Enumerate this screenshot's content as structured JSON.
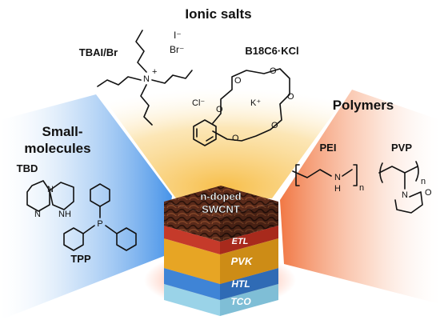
{
  "categories": {
    "ionic": {
      "title": "Ionic salts",
      "bg": "#f7b728"
    },
    "polymers": {
      "title": "Polymers",
      "bg": "#f27a3c"
    },
    "small_line1": "Small-",
    "small_line2": "molecules",
    "small_color": "#3f8fe8"
  },
  "molecules": {
    "tbai": {
      "name": "TBAI/Br",
      "ion1": "I⁻",
      "ion2": "Br⁻",
      "charge": "+",
      "atom": "N"
    },
    "crown": {
      "name": "B18C6·KCl",
      "anion": "Cl⁻",
      "cation": "K⁺",
      "oxygen": "O"
    },
    "pei": {
      "name": "PEI",
      "n": "n",
      "n_atom": "N",
      "h": "H"
    },
    "pvp": {
      "name": "PVP",
      "n": "n",
      "n_atom": "N",
      "o_atom": "O"
    },
    "tbd": {
      "name": "TBD",
      "n1": "N",
      "n2": "N",
      "nh": "NH"
    },
    "tpp": {
      "name": "TPP",
      "p": "P"
    }
  },
  "device": {
    "top_line1": "n-doped",
    "top_line2": "SWCNT",
    "layers": [
      {
        "name": "ETL",
        "color": "#c0392b"
      },
      {
        "name": "PVK",
        "color": "#e5a323"
      },
      {
        "name": "HTL",
        "color": "#3d7fd0"
      },
      {
        "name": "TCO",
        "color": "#8fd0e6"
      }
    ]
  }
}
